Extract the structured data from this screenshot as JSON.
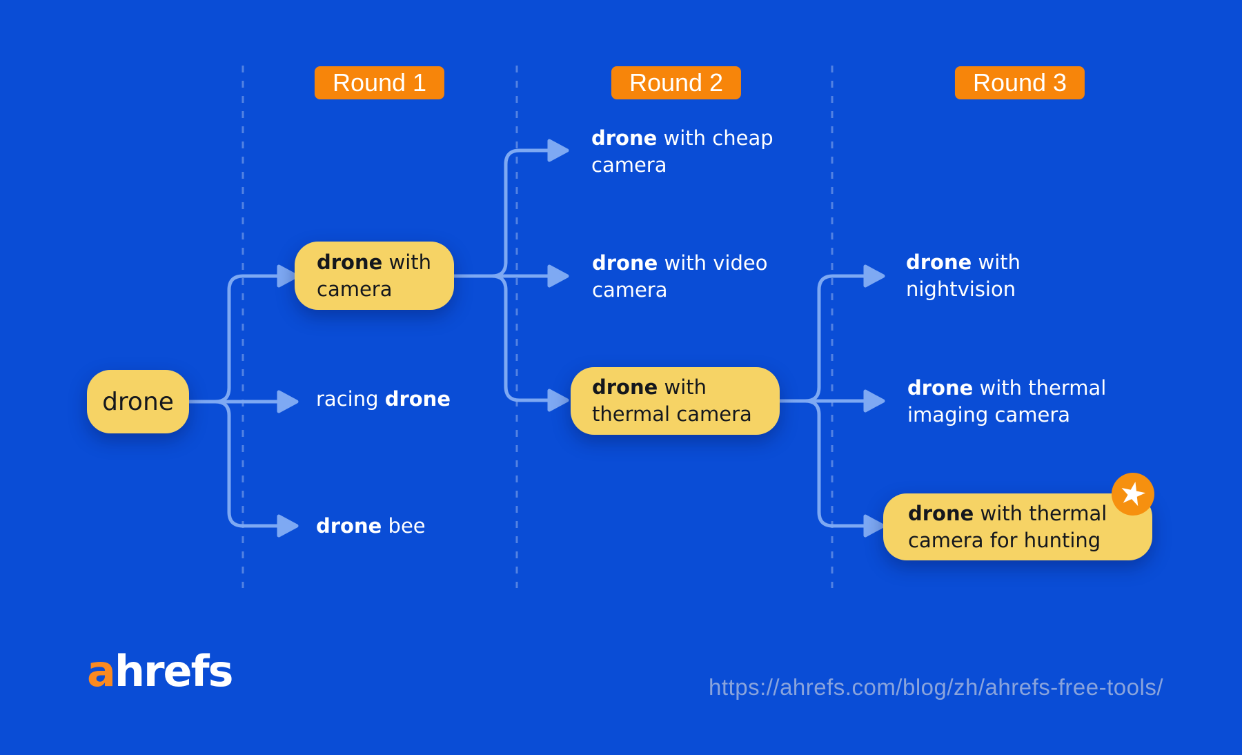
{
  "colors": {
    "background": "#0a4dd6",
    "bubble": "#f6d365",
    "badge": "#f7850a",
    "star-badge": "#f6900f",
    "connector": "#7ea9f3",
    "text-dark": "#14171d",
    "text-light": "#ffffff",
    "url-text": "#8aa4dc",
    "logo-accent": "#fb8a20"
  },
  "rounds": [
    {
      "label": "Round 1"
    },
    {
      "label": "Round 2"
    },
    {
      "label": "Round 3"
    }
  ],
  "tree": {
    "root": {
      "keyword": "drone"
    },
    "round1": [
      {
        "prefix": "",
        "keyword": "drone",
        "suffix": " with\ncamera"
      },
      {
        "prefix": "racing ",
        "keyword": "drone",
        "suffix": ""
      },
      {
        "prefix": "",
        "keyword": "drone",
        "suffix": " bee"
      }
    ],
    "round2": [
      {
        "prefix": "",
        "keyword": "drone",
        "suffix": " with cheap\ncamera"
      },
      {
        "prefix": "",
        "keyword": "drone",
        "suffix": " with video\ncamera"
      },
      {
        "prefix": "",
        "keyword": "drone",
        "suffix": " with\nthermal camera"
      }
    ],
    "round3": [
      {
        "prefix": "",
        "keyword": "drone",
        "suffix": " with\nnightvision"
      },
      {
        "prefix": "",
        "keyword": "drone",
        "suffix": " with thermal\nimaging camera"
      },
      {
        "prefix": "",
        "keyword": "drone",
        "suffix": " with thermal\ncamera for hunting"
      }
    ]
  },
  "icons": {
    "star": "★"
  },
  "footer": {
    "logo_accent": "a",
    "logo_rest": "hrefs",
    "url": "https://ahrefs.com/blog/zh/ahrefs-free-tools/"
  }
}
